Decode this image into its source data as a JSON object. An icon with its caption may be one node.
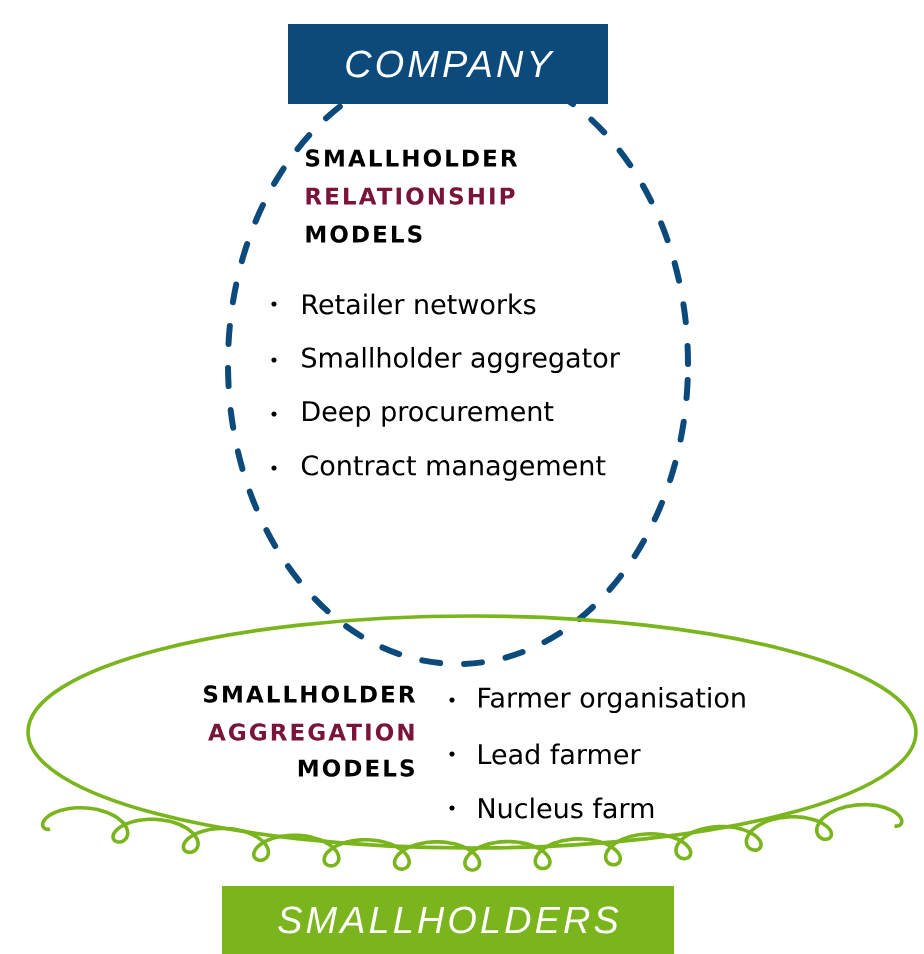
{
  "diagram": {
    "nodes": [
      {
        "text": [
          "COMPANY"
        ]
      },
      {
        "text": [
          "SMALLHOLDER",
          "RELATIONSHIP",
          "MODELS",
          "Retailer networks",
          "Smallholder aggregator",
          "Deep procurement",
          "Contract management"
        ]
      },
      {
        "text": [
          "SMALLHOLDER",
          "AGGREGATION",
          "MODELS",
          "Farmer organisation",
          "Lead farmer",
          "Nucleus farm"
        ]
      },
      {
        "text": [
          "SMALLHOLDERS"
        ]
      }
    ],
    "edges": []
  }
}
